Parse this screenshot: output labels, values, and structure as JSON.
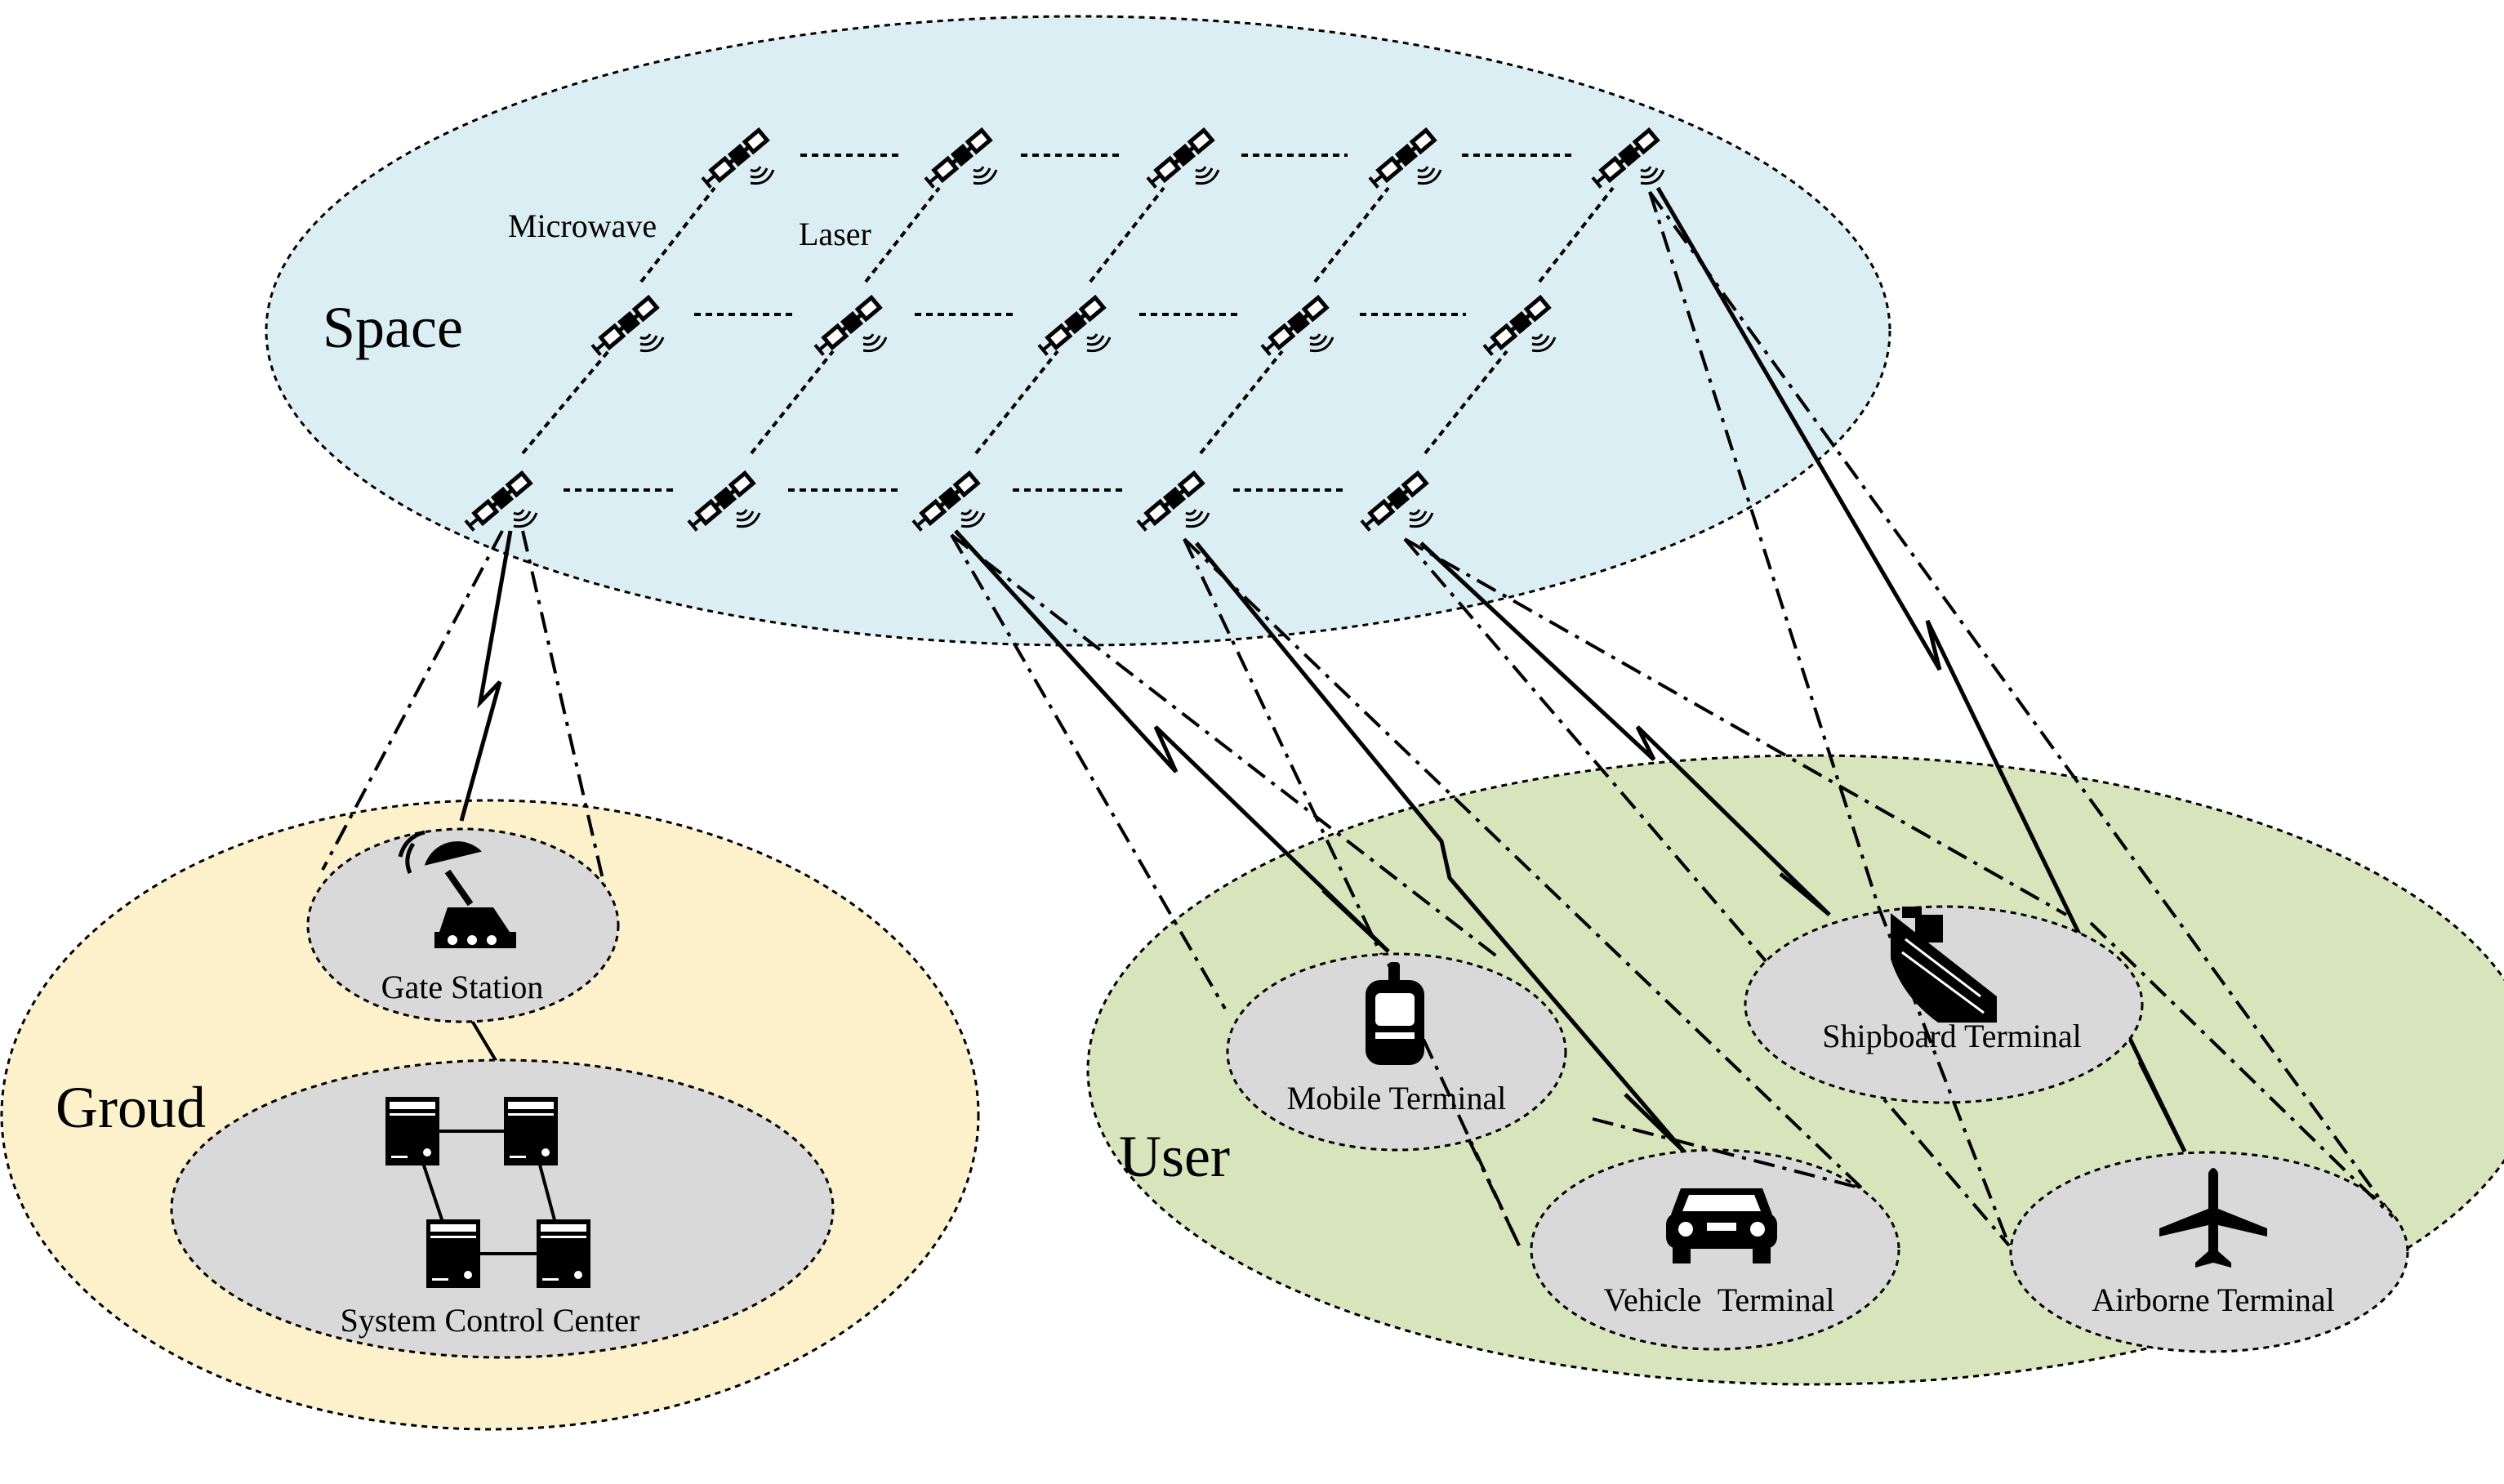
{
  "regions": {
    "space": {
      "label": "Space",
      "fill": "#dbeef4"
    },
    "ground": {
      "label": "Groud",
      "fill": "#fdf1cc"
    },
    "user": {
      "label": "User",
      "fill": "#d8e4bc"
    }
  },
  "links": {
    "microwave_label": "Microwave",
    "laser_label": "Laser"
  },
  "nodes": {
    "gate_station": {
      "label": "Gate Station",
      "icon": "satellite-dish-icon"
    },
    "control_center": {
      "label": "System Control Center",
      "icon": "server-network-icon"
    },
    "mobile": {
      "label": "Mobile Terminal",
      "icon": "mobile-phone-icon"
    },
    "vehicle": {
      "label": "Vehicle  Terminal",
      "icon": "car-icon"
    },
    "shipboard": {
      "label": "Shipboard Terminal",
      "icon": "ship-icon"
    },
    "airborne": {
      "label": "Airborne Terminal",
      "icon": "airplane-icon"
    }
  },
  "colors": {
    "node_fill": "#d9d9d9",
    "stroke": "#000000"
  }
}
